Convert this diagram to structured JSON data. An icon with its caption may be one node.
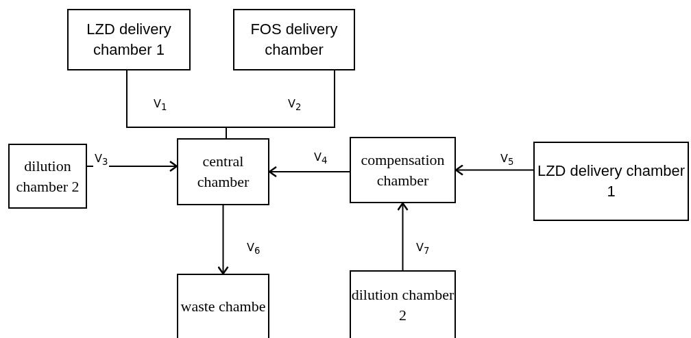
{
  "diagram": {
    "nodes": [
      {
        "text": [
          "LZD delivery chamber 1"
        ]
      },
      {
        "text": [
          "FOS delivery chamber"
        ]
      },
      {
        "text": [
          "dilution chamber 2"
        ]
      },
      {
        "text": [
          "central chamber"
        ]
      },
      {
        "text": [
          "compensation chamber"
        ]
      },
      {
        "text": [
          "LZD delivery chamber 1"
        ]
      },
      {
        "text": [
          "waste chambe"
        ]
      },
      {
        "text": [
          "dilution chamber 2"
        ]
      }
    ],
    "edges": [
      {
        "from": 0,
        "to": 3,
        "arrow": "none",
        "label": "V$_{1}$"
      },
      {
        "from": 1,
        "to": 3,
        "arrow": "none",
        "label": "V$_{2}$"
      },
      {
        "from": 2,
        "to": 3,
        "arrow": "to",
        "label": "V$_{3}$"
      },
      {
        "from": 4,
        "to": 3,
        "arrow": "to",
        "label": "V$_{4}$"
      },
      {
        "from": 5,
        "to": 4,
        "arrow": "to",
        "label": "V$_{5}$"
      },
      {
        "from": 3,
        "to": 6,
        "arrow": "to",
        "label": "V$_{6}$"
      },
      {
        "from": 7,
        "to": 4,
        "arrow": "to",
        "label": "V$_{7}$"
      }
    ]
  }
}
